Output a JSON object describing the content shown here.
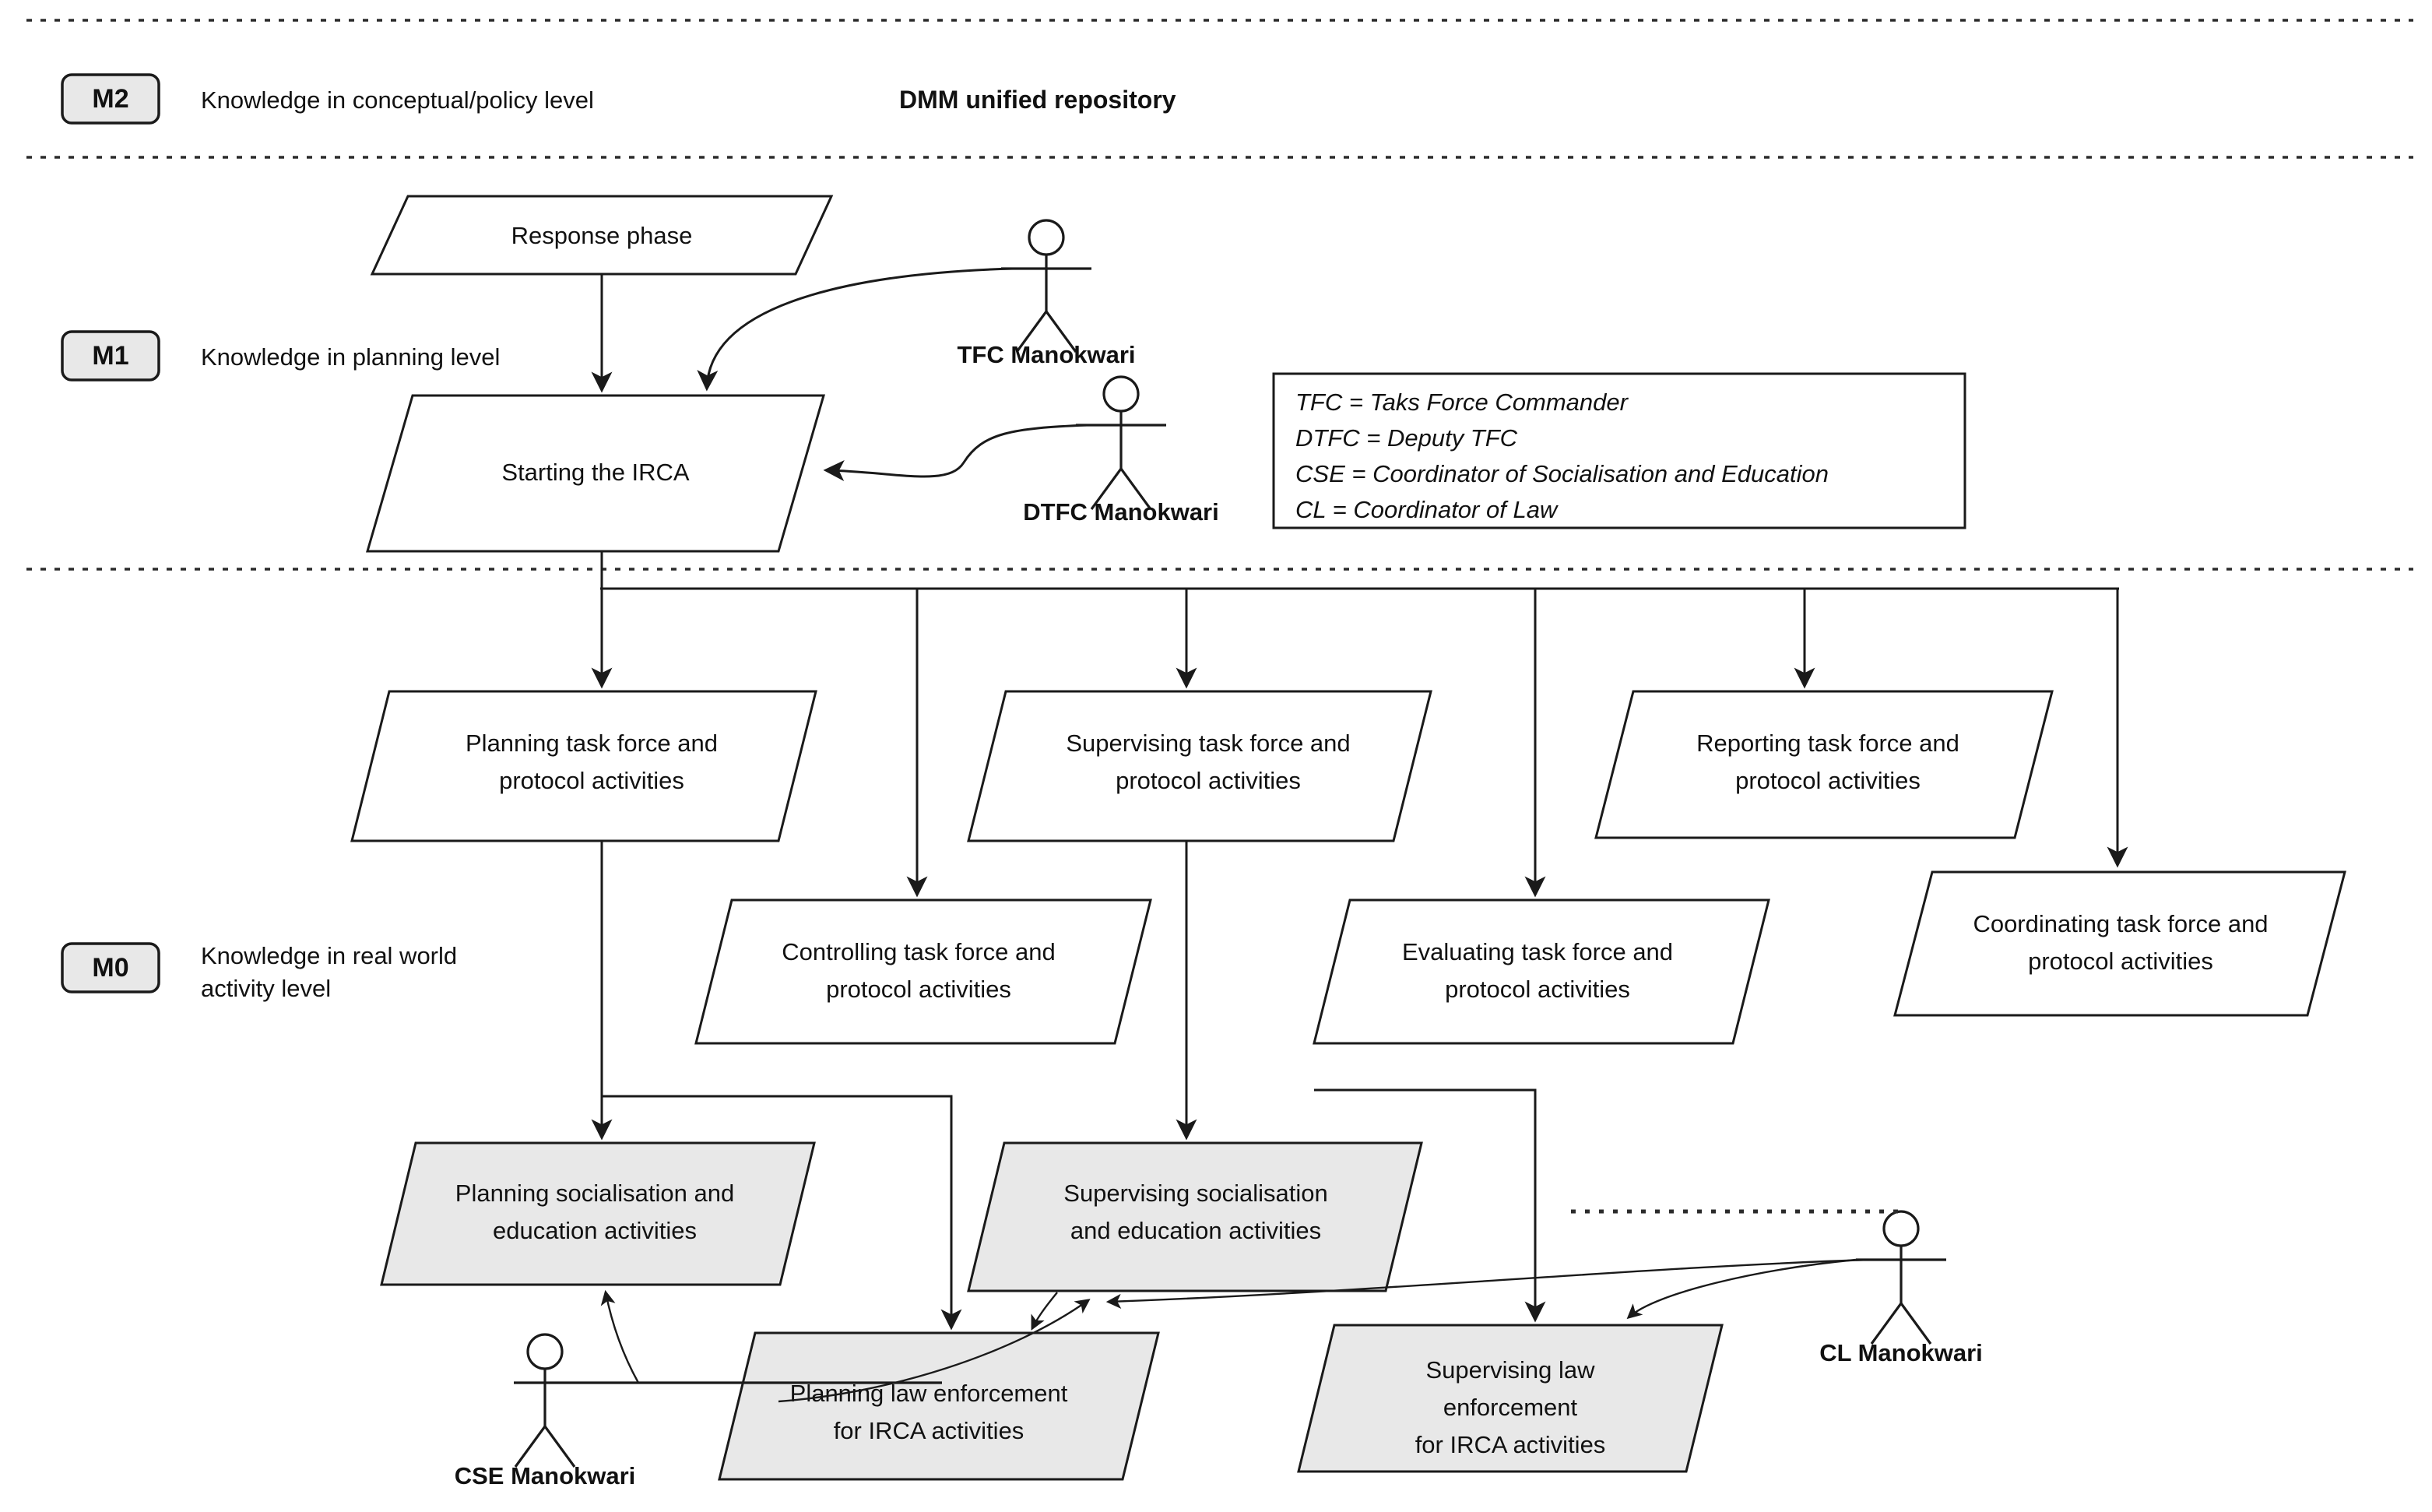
{
  "diagram": {
    "title_row": {
      "repository_label": "DMM unified repository"
    },
    "levels": [
      {
        "badge": "M2",
        "description": "Knowledge in conceptual/policy level"
      },
      {
        "badge": "M1",
        "description": "Knowledge in planning level"
      },
      {
        "badge": "M0",
        "description_line1": "Knowledge in real world",
        "description_line2": "activity level"
      }
    ],
    "legend": {
      "lines": [
        "TFC = Taks Force Commander",
        "DTFC = Deputy TFC",
        "CSE = Coordinator of Socialisation and Education",
        "CL = Coordinator of Law"
      ]
    },
    "actors": [
      {
        "id": "tfc",
        "label": "TFC Manokwari"
      },
      {
        "id": "dtfc",
        "label": "DTFC Manokwari"
      },
      {
        "id": "cse",
        "label": "CSE Manokwari"
      },
      {
        "id": "cl",
        "label": "CL Manokwari"
      }
    ],
    "nodes": {
      "response_phase": {
        "line1": "Response phase",
        "line2": ""
      },
      "starting_irca": {
        "line1": "Starting the IRCA",
        "line2": ""
      },
      "planning_tf": {
        "line1": "Planning task force and",
        "line2": "protocol activities"
      },
      "supervising_tf": {
        "line1": "Supervising task force and",
        "line2": "protocol activities"
      },
      "reporting_tf": {
        "line1": "Reporting task force and",
        "line2": "protocol activities"
      },
      "controlling_tf": {
        "line1": "Controlling task force and",
        "line2": "protocol activities"
      },
      "evaluating_tf": {
        "line1": "Evaluating task force and",
        "line2": "protocol activities"
      },
      "coordinating_tf": {
        "line1": "Coordinating task force and",
        "line2": "protocol activities"
      },
      "planning_soc": {
        "line1": "Planning socialisation and",
        "line2": "education activities"
      },
      "supervising_soc": {
        "line1": "Supervising socialisation",
        "line2": "and education activities"
      },
      "planning_law": {
        "line1": "Planning law enforcement",
        "line2": "for IRCA activities",
        "line3": ""
      },
      "supervising_law": {
        "line1": "Supervising law",
        "line2": "enforcement",
        "line3": "for IRCA activities"
      }
    },
    "colors": {
      "stroke": "#1a1a1a",
      "node_fill_plain": "#ffffff",
      "node_fill_shaded": "#e8e8e8",
      "badge_fill": "#e8e8e8",
      "background": "#ffffff"
    }
  }
}
